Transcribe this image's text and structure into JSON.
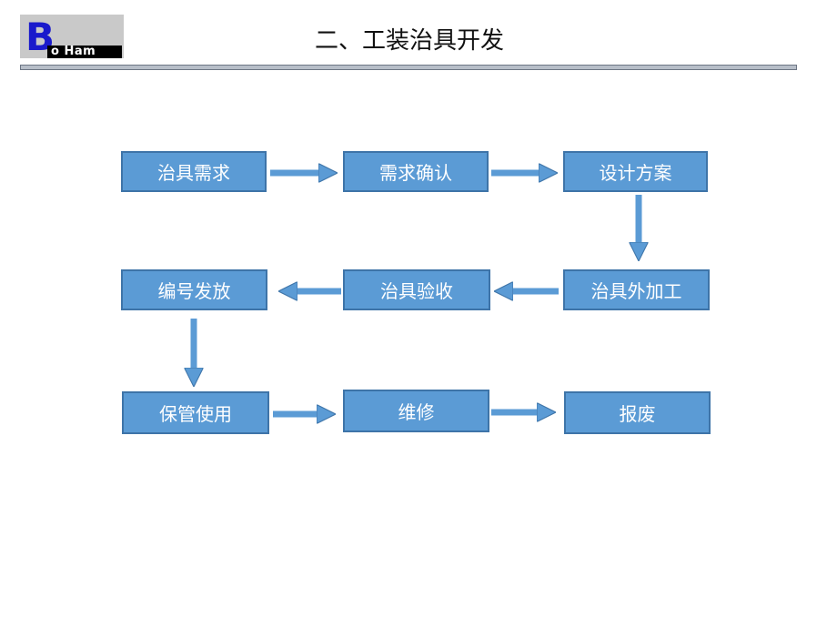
{
  "header": {
    "logo_text": "Bo Ham",
    "title": "二、工装治具开发"
  },
  "flow": {
    "steps": [
      "治具需求",
      "需求确认",
      "设计方案",
      "治具外加工",
      "治具验收",
      "编号发放",
      "保管使用",
      "维修",
      "报废"
    ]
  },
  "colors": {
    "box_fill": "#5b9bd5",
    "box_border": "#3e74a8",
    "arrow": "#5b9bd5"
  }
}
